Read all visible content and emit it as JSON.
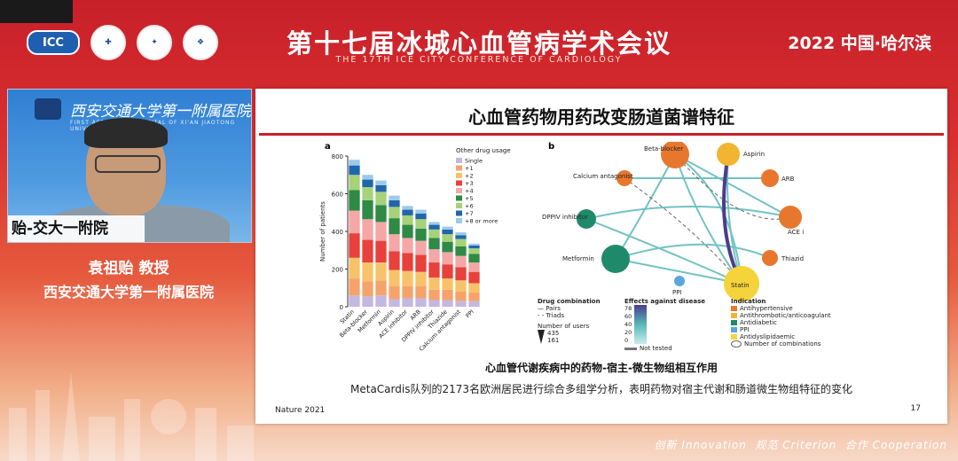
{
  "conference": {
    "title": "第十七届冰城心血管病学术会议",
    "subtitle": "THE 17TH ICE CITY CONFERENCE OF CARDIOLOGY",
    "year_place": "2022 中国·哈尔滨",
    "logos": [
      "ICC",
      "",
      "",
      ""
    ]
  },
  "video": {
    "sign_cn": "西安交通大学第一附属医院",
    "sign_en": "FIRST AFFILIATED HOSPITAL OF XI'AN JIAOTONG UNIVERSITY",
    "caption": "贻-交大一附院"
  },
  "speaker": {
    "name": "袁祖贻 教授",
    "affiliation": "西安交通大学第一附属医院"
  },
  "slide": {
    "title": "心血管药物用药改变肠道菌谱特征",
    "panel_a_label": "a",
    "panel_b_label": "b",
    "caption_main": "心血管代谢疾病中的药物-宿主-微生物组相互作用",
    "caption_sub": "MetaCardis队列的2173名欧洲居民进行综合多组学分析，表明药物对宿主代谢和肠道微生物组特征的变化",
    "source": "Nature 2021",
    "page": "17"
  },
  "network": {
    "nodes": [
      "Beta-blocker",
      "Aspirin",
      "Calcium antagonist",
      "ARB",
      "DPPIV inhibitor",
      "ACE inhibitor",
      "Metformin",
      "Thiazide",
      "PPI",
      "Statin"
    ],
    "legend": {
      "drug_combination_title": "Drug combination",
      "pairs": "Pairs",
      "triads": "Triads",
      "users_title": "Number of users",
      "users_max": "435",
      "users_min": "161",
      "effects_title": "Effects against disease",
      "effects_ticks": [
        "78",
        "60",
        "40",
        "20",
        "0"
      ],
      "not_tested": "Not tested",
      "indication_title": "Indication",
      "indications": [
        {
          "label": "Antihypertensive",
          "color": "#e8772e"
        },
        {
          "label": "Antithrombotic/anticoagulant",
          "color": "#f2b531"
        },
        {
          "label": "Antidiabetic",
          "color": "#1f8a6a"
        },
        {
          "label": "PPI",
          "color": "#58a7e0"
        },
        {
          "label": "Antidyslipidaemic",
          "color": "#f5d33a"
        }
      ],
      "combinations": "Number of combinations"
    }
  },
  "chart_data": {
    "type": "bar",
    "stacked": true,
    "categories": [
      "Statin",
      "Beta-blocker",
      "Metformin",
      "Aspirin",
      "ACE inhibitor",
      "ARB",
      "DPPIV inhibitor",
      "Thiazide",
      "Calcium antagonist",
      "PPI"
    ],
    "ylabel": "Number of patients",
    "ylim": [
      0,
      800
    ],
    "yticks": [
      0,
      200,
      400,
      600,
      800
    ],
    "legend_title": "Other drug usage",
    "series": [
      {
        "name": "Single",
        "color": "#c3b8e0",
        "values": [
          60,
          55,
          60,
          40,
          45,
          45,
          35,
          35,
          30,
          30
        ]
      },
      {
        "name": "+1",
        "color": "#f6a36b",
        "values": [
          90,
          80,
          80,
          70,
          65,
          65,
          55,
          55,
          50,
          45
        ]
      },
      {
        "name": "+2",
        "color": "#f7c36a",
        "values": [
          110,
          100,
          95,
          85,
          80,
          75,
          65,
          60,
          60,
          50
        ]
      },
      {
        "name": "+3",
        "color": "#e8413b",
        "values": [
          130,
          120,
          115,
          100,
          95,
          90,
          80,
          75,
          70,
          60
        ]
      },
      {
        "name": "+4",
        "color": "#f4a7a6",
        "values": [
          120,
          110,
          100,
          90,
          80,
          75,
          70,
          65,
          60,
          50
        ]
      },
      {
        "name": "+5",
        "color": "#2e8a45",
        "values": [
          110,
          100,
          90,
          85,
          70,
          65,
          60,
          55,
          50,
          45
        ]
      },
      {
        "name": "+6",
        "color": "#a6d27a",
        "values": [
          80,
          70,
          70,
          60,
          50,
          50,
          45,
          40,
          40,
          30
        ]
      },
      {
        "name": "+7",
        "color": "#2166ac",
        "values": [
          50,
          40,
          35,
          35,
          30,
          30,
          25,
          25,
          20,
          15
        ]
      },
      {
        "name": "+8 or more",
        "color": "#9ecae9",
        "values": [
          30,
          25,
          25,
          25,
          20,
          20,
          15,
          15,
          15,
          10
        ]
      }
    ]
  }
}
